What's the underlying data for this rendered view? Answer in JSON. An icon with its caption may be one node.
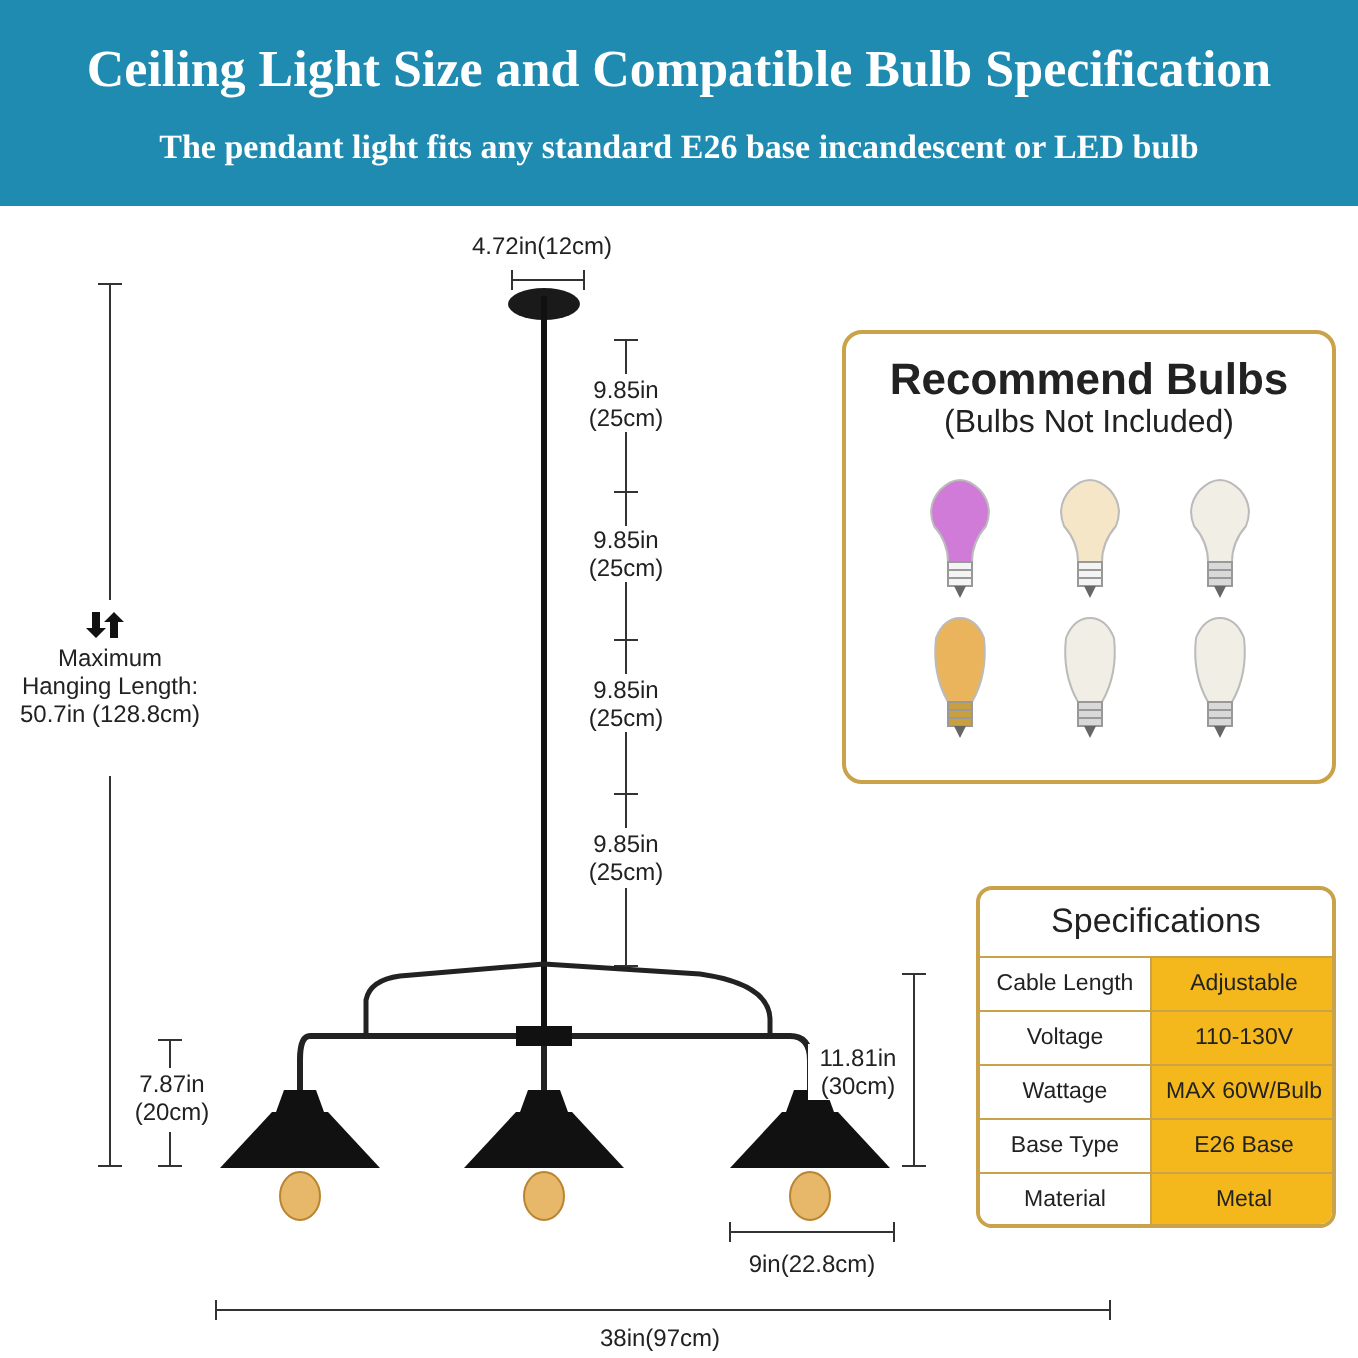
{
  "diagram": {
    "title": "Ceiling Light Size and Compatible Bulb Specification",
    "nodes": [
      {
        "text": [
          "Recommend Bulbs",
          "(Bulbs Not Included)"
        ]
      },
      {
        "text": [
          "Specifications"
        ]
      }
    ],
    "labels": [
      "The pendant light fits any standard E26 base incandescent or LED bulb",
      "4.72in(12cm)",
      "9.85in (25cm)",
      "9.85in (25cm)",
      "9.85in (25cm)",
      "9.85in (25cm)",
      "Maximum Hanging Length: 50.7in (128.8cm)",
      "7.87in (20cm)",
      "11.81in (30cm)",
      "9in(22.8cm)",
      "38in(97cm)",
      "Cable Length",
      "Adjustable",
      "Voltage",
      "110-130V",
      "Wattage",
      "MAX 60W/Bulb",
      "Base Type",
      "E26 Base",
      "Material",
      "Metal"
    ]
  }
}
